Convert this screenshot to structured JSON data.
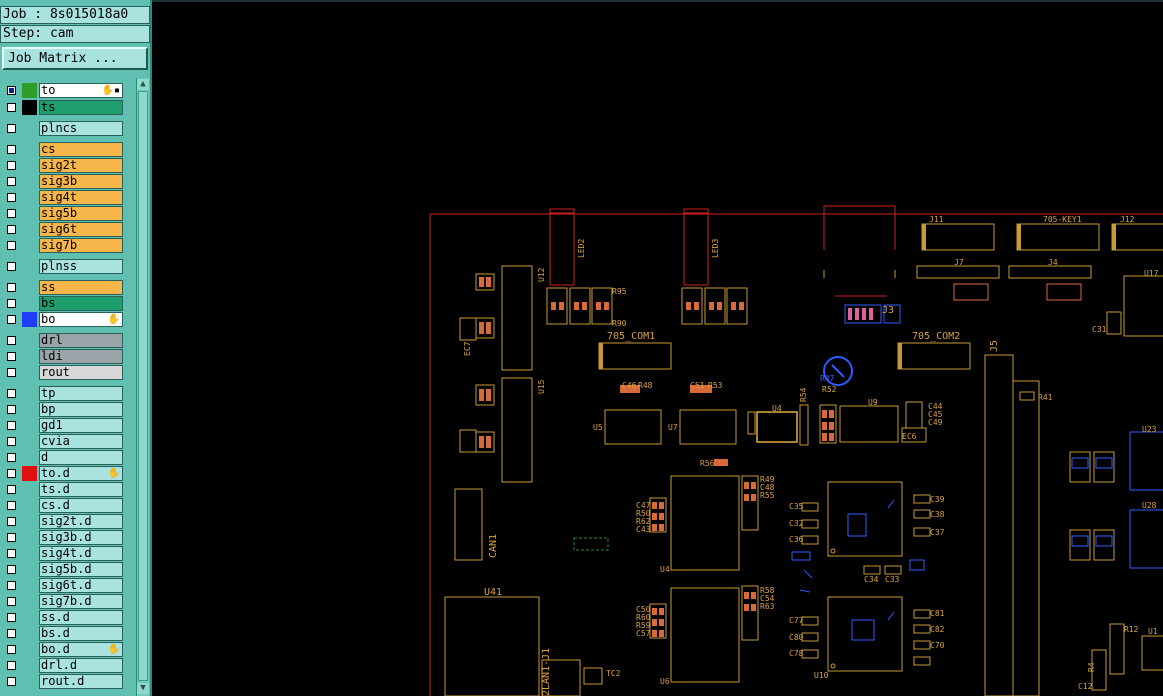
{
  "job": {
    "label": "Job : 8s015018a0"
  },
  "step": {
    "label": "Step: cam"
  },
  "job_matrix": {
    "label": "Job Matrix ..."
  },
  "colors": {
    "orange": "#f7b64a",
    "teal_green": "#1d9e6c",
    "light_teal": "#a9e3e0",
    "gray": "#9aa4a8",
    "light_gray": "#d8d8d8",
    "white": "#ffffff",
    "board_outline": "#d02020",
    "footprint": "#c99a3a",
    "pad": "#d86a3a",
    "highlight_blue": "#2f5cff",
    "silk_green": "#1e8f3a"
  },
  "layers": [
    {
      "name": "to",
      "bg": "#ffffff",
      "ind": "#2e9d2a",
      "checked": true,
      "mark": "✋▪"
    },
    {
      "name": "ts",
      "bg": "#1d9e6c",
      "ind": "#000000",
      "checked": false,
      "mark": ""
    },
    {
      "name": "plncs",
      "bg": "#a9e3e0",
      "ind": "",
      "checked": false,
      "mark": ""
    },
    {
      "name": "cs",
      "bg": "#f7b64a",
      "ind": "",
      "checked": false,
      "mark": ""
    },
    {
      "name": "sig2t",
      "bg": "#f7b64a",
      "ind": "",
      "checked": false,
      "mark": ""
    },
    {
      "name": "sig3b",
      "bg": "#f7b64a",
      "ind": "",
      "checked": false,
      "mark": ""
    },
    {
      "name": "sig4t",
      "bg": "#f7b64a",
      "ind": "",
      "checked": false,
      "mark": ""
    },
    {
      "name": "sig5b",
      "bg": "#f7b64a",
      "ind": "",
      "checked": false,
      "mark": ""
    },
    {
      "name": "sig6t",
      "bg": "#f7b64a",
      "ind": "",
      "checked": false,
      "mark": ""
    },
    {
      "name": "sig7b",
      "bg": "#f7b64a",
      "ind": "",
      "checked": false,
      "mark": ""
    },
    {
      "name": "plnss",
      "bg": "#a9e3e0",
      "ind": "",
      "checked": false,
      "mark": ""
    },
    {
      "name": "ss",
      "bg": "#f7b64a",
      "ind": "",
      "checked": false,
      "mark": ""
    },
    {
      "name": "bs",
      "bg": "#1d9e6c",
      "ind": "",
      "checked": false,
      "mark": ""
    },
    {
      "name": "bo",
      "bg": "#ffffff",
      "ind": "#1f3cff",
      "checked": false,
      "mark": "✋"
    },
    {
      "name": "drl",
      "bg": "#9aa4a8",
      "ind": "",
      "checked": false,
      "mark": ""
    },
    {
      "name": "ldi",
      "bg": "#9aa4a8",
      "ind": "",
      "checked": false,
      "mark": ""
    },
    {
      "name": "rout",
      "bg": "#d8d8d8",
      "ind": "",
      "checked": false,
      "mark": ""
    },
    {
      "name": "tp",
      "bg": "#a9e3e0",
      "ind": "",
      "checked": false,
      "mark": ""
    },
    {
      "name": "bp",
      "bg": "#a9e3e0",
      "ind": "",
      "checked": false,
      "mark": ""
    },
    {
      "name": "gd1",
      "bg": "#a9e3e0",
      "ind": "",
      "checked": false,
      "mark": ""
    },
    {
      "name": "cvia",
      "bg": "#a9e3e0",
      "ind": "",
      "checked": false,
      "mark": ""
    },
    {
      "name": "d",
      "bg": "#a9e3e0",
      "ind": "",
      "checked": false,
      "mark": ""
    },
    {
      "name": "to.d",
      "bg": "#a9e3e0",
      "ind": "#e01010",
      "checked": false,
      "mark": "✋"
    },
    {
      "name": "ts.d",
      "bg": "#a9e3e0",
      "ind": "",
      "checked": false,
      "mark": ""
    },
    {
      "name": "cs.d",
      "bg": "#a9e3e0",
      "ind": "",
      "checked": false,
      "mark": ""
    },
    {
      "name": "sig2t.d",
      "bg": "#a9e3e0",
      "ind": "",
      "checked": false,
      "mark": ""
    },
    {
      "name": "sig3b.d",
      "bg": "#a9e3e0",
      "ind": "",
      "checked": false,
      "mark": ""
    },
    {
      "name": "sig4t.d",
      "bg": "#a9e3e0",
      "ind": "",
      "checked": false,
      "mark": ""
    },
    {
      "name": "sig5b.d",
      "bg": "#a9e3e0",
      "ind": "",
      "checked": false,
      "mark": ""
    },
    {
      "name": "sig6t.d",
      "bg": "#a9e3e0",
      "ind": "",
      "checked": false,
      "mark": ""
    },
    {
      "name": "sig7b.d",
      "bg": "#a9e3e0",
      "ind": "",
      "checked": false,
      "mark": ""
    },
    {
      "name": "ss.d",
      "bg": "#a9e3e0",
      "ind": "",
      "checked": false,
      "mark": ""
    },
    {
      "name": "bs.d",
      "bg": "#a9e3e0",
      "ind": "",
      "checked": false,
      "mark": ""
    },
    {
      "name": "bo.d",
      "bg": "#a9e3e0",
      "ind": "",
      "checked": false,
      "mark": "✋"
    },
    {
      "name": "drl.d",
      "bg": "#a9e3e0",
      "ind": "",
      "checked": false,
      "mark": ""
    },
    {
      "name": "rout.d",
      "bg": "#a9e3e0",
      "ind": "",
      "checked": false,
      "mark": ""
    }
  ],
  "scroll": {
    "up_icon": "up-arrow-icon",
    "down_icon": "down-arrow-icon"
  },
  "canvas_labels": {
    "com1": "705_COM1",
    "com2": "705_COM2",
    "can1": "CAN1",
    "u41": "U41",
    "lan": "2LAN1-J1",
    "j11": "J11",
    "key1": "705-KEY1",
    "j12": "J12",
    "j7": "J7",
    "j4": "J4",
    "j3": "J3",
    "j5": "J5",
    "u17": "U17",
    "u23": "U23",
    "u28": "U28",
    "u1": "U1",
    "u5": "U5",
    "u7": "U7",
    "u4a": "U4",
    "u9": "U9",
    "u4b": "U4",
    "u6": "U6",
    "u10": "U10",
    "u12": "U12",
    "u15": "U15",
    "led2": "LED2",
    "led3": "LED3",
    "ec6": "EC6",
    "ec7": "EC7",
    "tc2": "TC2",
    "c46": "C46",
    "r48": "R48",
    "c51": "C51",
    "r53": "R53",
    "r54": "R54",
    "r56": "R56",
    "r41": "R41",
    "r95": "R95",
    "r90": "R90",
    "c44": "C44",
    "c45": "C45",
    "c49": "C49",
    "c39": "C39",
    "c38": "C38",
    "c37": "C37",
    "c35": "C35",
    "c32": "C32",
    "c36": "C36",
    "c34": "C34",
    "c33": "C33",
    "c77": "C77",
    "c80": "C80",
    "c78": "C78",
    "c81": "C81",
    "c82": "C82",
    "c70": "C70",
    "c47": "C47",
    "r50": "R50",
    "r62": "R62",
    "c43": "C43",
    "c50": "C50",
    "r60": "R60",
    "r59": "R59",
    "c57": "C57",
    "r49": "R49",
    "c48": "C48",
    "r55": "R55",
    "r58": "R58",
    "c54": "C54",
    "r63": "R63",
    "r47": "R47",
    "r52": "R52",
    "c31": "C31",
    "c12": "C12",
    "r4": "R4",
    "r12": "R12"
  }
}
